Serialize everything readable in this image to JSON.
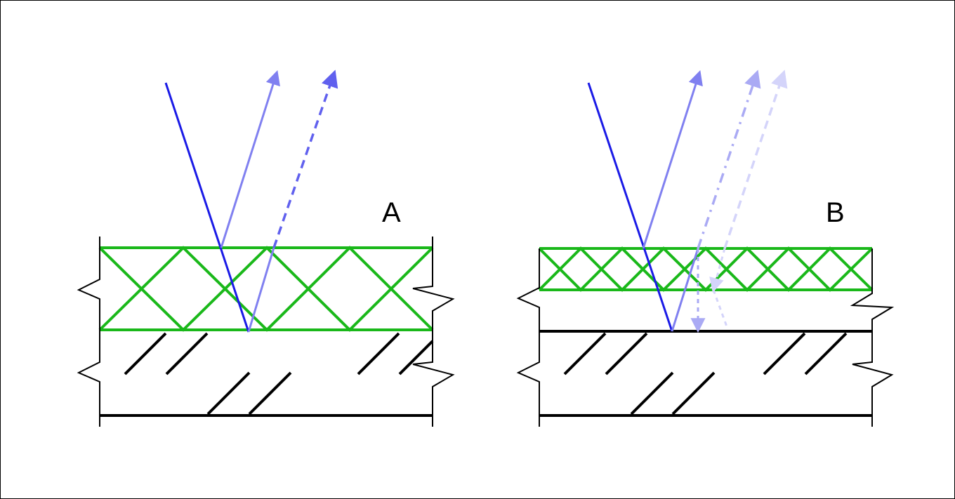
{
  "panels": [
    {
      "label": "A",
      "film": "thick",
      "wavelength_cycles_in_film": 4,
      "reflected_rays": 2
    },
    {
      "label": "B",
      "film": "thin",
      "wavelength_cycles_in_film": 8,
      "reflected_rays": 3
    }
  ],
  "colors": {
    "incident_ray": "#1a1ae6",
    "reflected_ray_primary": "#8080f0",
    "reflected_ray_secondary": "#6060ee",
    "reflected_ray_faint": "#aaaaf4",
    "reflected_ray_faintest": "#d4d4fa",
    "film_wave": "#1ab81a",
    "substrate": "#000000"
  },
  "icons": {
    "ray_arrow": "arrowhead-icon",
    "break_mark": "zigzag-break-icon",
    "hatch": "diagonal-hatch-icon"
  }
}
